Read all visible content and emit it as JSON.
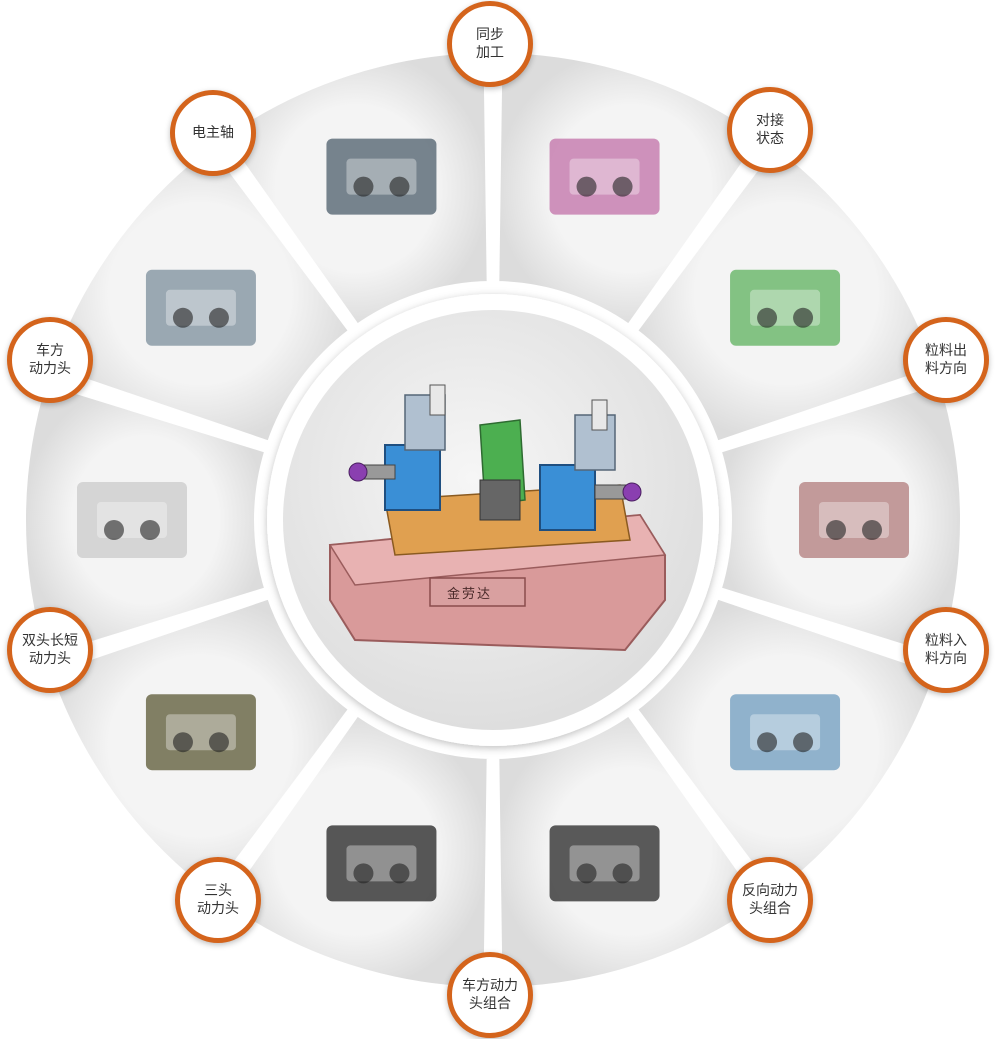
{
  "colors": {
    "accent": "#d4641c",
    "segment_fill": "#e8e8e8",
    "center_fill": "#eeeeee",
    "ring": "#ffffff"
  },
  "center": {
    "stamp_text": "金劳达",
    "icon": "twin-spindle-lathe-machine"
  },
  "segments": [
    {
      "id": "sync",
      "label": "同步\n加工",
      "icon": "synchronous-machining-photo"
    },
    {
      "id": "docking",
      "label": "对接\n状态",
      "icon": "docking-state-photo"
    },
    {
      "id": "pellet-out",
      "label": "粒料出\n料方向",
      "icon": "pellet-outfeed-render"
    },
    {
      "id": "pellet-in",
      "label": "粒料入\n料方向",
      "icon": "pellet-infeed-render"
    },
    {
      "id": "reverse-combo",
      "label": "反向动力\n头组合",
      "icon": "reverse-power-head-render"
    },
    {
      "id": "lathe-combo",
      "label": "车方动力\n头组合",
      "icon": "lathe-power-head-combo-render"
    },
    {
      "id": "triple-head",
      "label": "三头\n动力头",
      "icon": "triple-power-head-photo"
    },
    {
      "id": "dual-head",
      "label": "双头长短\n动力头",
      "icon": "dual-power-head-photo"
    },
    {
      "id": "square-head",
      "label": "车方\n动力头",
      "icon": "square-turning-head-photo"
    },
    {
      "id": "spindle",
      "label": "电主轴",
      "icon": "electric-spindle-photo"
    }
  ]
}
